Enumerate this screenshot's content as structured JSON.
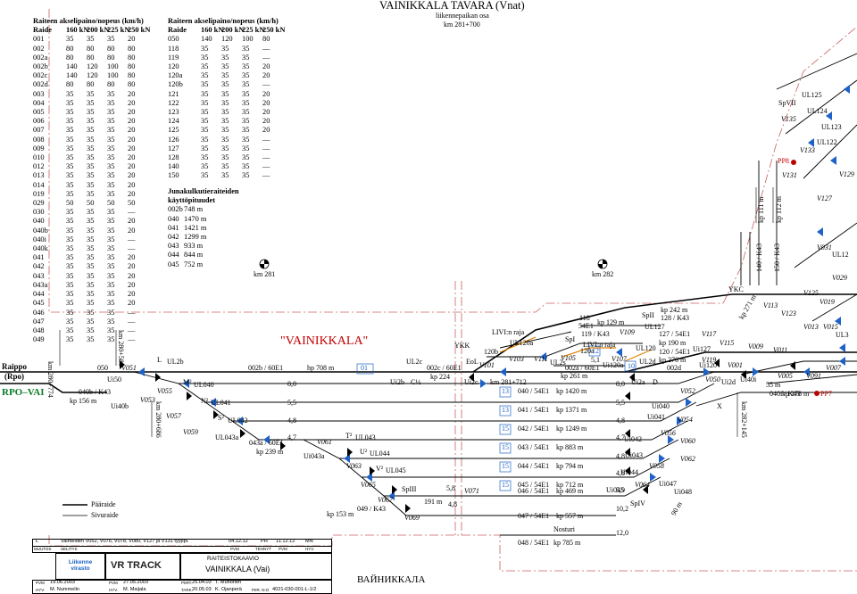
{
  "header": {
    "title": "VAINIKKALA TAVARA (Vnat)",
    "subtitle1": "liikennepaikan osa",
    "subtitle2": "km 281+700"
  },
  "speed_table_left": {
    "title": "Raiteen akselipaino/nopeus (km/h)",
    "header": [
      "Raide",
      "160 kN",
      "200 kN",
      "225 kN",
      "250 kN"
    ],
    "rows": [
      [
        "001",
        "35",
        "35",
        "35",
        "20"
      ],
      [
        "002",
        "80",
        "80",
        "80",
        "80"
      ],
      [
        "002a",
        "80",
        "80",
        "80",
        "80"
      ],
      [
        "002b",
        "140",
        "120",
        "100",
        "80"
      ],
      [
        "002c",
        "140",
        "120",
        "100",
        "80"
      ],
      [
        "002d",
        "80",
        "80",
        "80",
        "80"
      ],
      [
        "003",
        "35",
        "35",
        "35",
        "20"
      ],
      [
        "004",
        "35",
        "35",
        "35",
        "20"
      ],
      [
        "005",
        "35",
        "35",
        "35",
        "20"
      ],
      [
        "006",
        "35",
        "35",
        "35",
        "20"
      ],
      [
        "007",
        "35",
        "35",
        "35",
        "20"
      ],
      [
        "008",
        "35",
        "35",
        "35",
        "20"
      ],
      [
        "009",
        "35",
        "35",
        "35",
        "20"
      ],
      [
        "010",
        "35",
        "35",
        "35",
        "20"
      ],
      [
        "012",
        "35",
        "35",
        "35",
        "20"
      ],
      [
        "013",
        "35",
        "35",
        "35",
        "20"
      ],
      [
        "014",
        "35",
        "35",
        "35",
        "20"
      ],
      [
        "019",
        "35",
        "35",
        "35",
        "20"
      ],
      [
        "029",
        "50",
        "50",
        "50",
        "50"
      ],
      [
        "030",
        "35",
        "35",
        "35",
        "—"
      ],
      [
        "040",
        "35",
        "35",
        "35",
        "20"
      ],
      [
        "040b",
        "35",
        "35",
        "35",
        "20"
      ],
      [
        "040i",
        "35",
        "35",
        "35",
        "—"
      ],
      [
        "040k",
        "35",
        "35",
        "35",
        "—"
      ],
      [
        "041",
        "35",
        "35",
        "35",
        "20"
      ],
      [
        "042",
        "35",
        "35",
        "35",
        "20"
      ],
      [
        "043",
        "35",
        "35",
        "35",
        "20"
      ],
      [
        "043a",
        "35",
        "35",
        "35",
        "20"
      ],
      [
        "044",
        "35",
        "35",
        "35",
        "20"
      ],
      [
        "045",
        "35",
        "35",
        "35",
        "20"
      ],
      [
        "046",
        "35",
        "35",
        "35",
        "—"
      ],
      [
        "047",
        "35",
        "35",
        "35",
        "—"
      ],
      [
        "048",
        "35",
        "35",
        "35",
        "—"
      ],
      [
        "049",
        "35",
        "35",
        "35",
        "—"
      ]
    ]
  },
  "speed_table_right": {
    "title": "Raiteen akselipaino/nopeus (km/h)",
    "header": [
      "Raide",
      "160 kN",
      "200 kN",
      "225 kN",
      "250 kN"
    ],
    "rows": [
      [
        "050",
        "140",
        "120",
        "100",
        "80"
      ],
      [
        "118",
        "35",
        "35",
        "35",
        "—"
      ],
      [
        "119",
        "35",
        "35",
        "35",
        "—"
      ],
      [
        "120",
        "35",
        "35",
        "35",
        "20"
      ],
      [
        "120a",
        "35",
        "35",
        "35",
        "20"
      ],
      [
        "120b",
        "35",
        "35",
        "35",
        "—"
      ],
      [
        "121",
        "35",
        "35",
        "35",
        "20"
      ],
      [
        "122",
        "35",
        "35",
        "35",
        "20"
      ],
      [
        "123",
        "35",
        "35",
        "35",
        "20"
      ],
      [
        "124",
        "35",
        "35",
        "35",
        "20"
      ],
      [
        "125",
        "35",
        "35",
        "35",
        "20"
      ],
      [
        "126",
        "35",
        "35",
        "35",
        "—"
      ],
      [
        "127",
        "35",
        "35",
        "35",
        "—"
      ],
      [
        "128",
        "35",
        "35",
        "35",
        "—"
      ],
      [
        "140",
        "35",
        "35",
        "35",
        "—"
      ],
      [
        "150",
        "35",
        "35",
        "35",
        "—"
      ]
    ]
  },
  "usable_lengths": {
    "title1": "Junakulkutieraiteiden",
    "title2": "käyttöpituudet",
    "rows": [
      [
        "002b",
        "748 m"
      ],
      [
        "040",
        "1470 m"
      ],
      [
        "041",
        "1421 m"
      ],
      [
        "042",
        "1299 m"
      ],
      [
        "043",
        "933 m"
      ],
      [
        "044",
        "844 m"
      ],
      [
        "045",
        "752 m"
      ]
    ]
  },
  "km_markers": {
    "km281": "km 281",
    "km282": "km 282"
  },
  "station": {
    "name": "\"VAINIKKALA\"",
    "raippo": "Raippo",
    "raippo_code": "(Rpo)",
    "rpo_vai": "RPO–VAI",
    "cyrillic": "ВАЙНИККАЛА"
  },
  "tracks": [
    {
      "label": "040 / 54E1",
      "len": "kp 1420 m",
      "num": "13"
    },
    {
      "label": "041 / 54E1",
      "len": "kp 1371 m",
      "num": "13"
    },
    {
      "label": "042 / 54E1",
      "len": "kp 1249 m",
      "num": "15"
    },
    {
      "label": "043 / 54E1",
      "len": "kp 883 m",
      "num": "15"
    },
    {
      "label": "044 / 54E1",
      "len": "kp 794 m",
      "num": "15"
    },
    {
      "label": "045 / 54E1",
      "len": "kp 712 m",
      "num": "15"
    },
    {
      "label": "046 / 54E1",
      "len": "kp 469 m",
      "num": ""
    },
    {
      "label": "047 / 54E1",
      "len": "kp 557 m",
      "num": ""
    },
    {
      "label": "048 / 54E1",
      "len": "kp 785 m",
      "num": ""
    }
  ],
  "labels": {
    "t002b": "002b / 60E1",
    "hp708": "hp 708 m",
    "c01": "01",
    "t002c": "002c / 60E1",
    "kp224": "kp 224",
    "km281712": "km 281+712",
    "t002a": "002a / 60E1",
    "kp261": "kp 261 m",
    "t002d": "002d",
    "t040b": "040b / K43",
    "kp156": "kp 156 m",
    "t050": "050",
    "t043a": "043a / 60E1",
    "kp239": "kp 239 m",
    "t049": "049 / K43",
    "kp153": "kp 153 m",
    "m191": "191 m",
    "eol": "EoL",
    "ykk": "YKK",
    "liv1": "LIVI:n raja",
    "liv2": "LIVI:n raja",
    "t118": "118",
    "t119": "119 / K43",
    "kp129": "kp 129 m",
    "e54": "54E1",
    "t127": "127 / 54E1",
    "kp190": "kp 190 m",
    "t120": "120 / 54E1",
    "kp276": "kp 276 m",
    "kp242": "kp 242 m",
    "t128": "128 / K43",
    "spii": "SpII",
    "spi": "SpI",
    "nosturi": "Nosturi",
    "spiii": "SpIII",
    "spiv": "SpIV",
    "spvii": "SpVII",
    "m90": "90 m",
    "kp111": "kp 111 m",
    "kp112": "kp 112 m",
    "t140": "140 / K43",
    "t150": "150 / K43",
    "t040i": "040i / K43",
    "kp278": "kp 278 m",
    "m55": "55 m",
    "ykc": "YKC",
    "pp8": "PP8",
    "pp7": "PP7",
    "t120b": "120b",
    "t120a": "120a",
    "ul2b": "UL2b",
    "ul2c": "UL2c",
    "ul2s": "UL2s",
    "v051": "V051",
    "v053": "V053",
    "v055": "V055",
    "v057": "V057",
    "v059": "V059",
    "v061": "V061",
    "v063": "V063",
    "v065": "V065",
    "v067": "V067",
    "v069": "V069",
    "v071": "V071",
    "v101": "V101",
    "v103": "V103",
    "v105": "V105",
    "v107": "V107",
    "v109": "V109",
    "v111": "V111",
    "v113": "V113",
    "v115": "V115",
    "v117": "V117",
    "v119": "V119",
    "v001": "V001",
    "v005": "V005",
    "v007": "V007",
    "v009": "V009",
    "v011": "V011",
    "v013": "V013",
    "v015": "V015",
    "v019": "V019",
    "v029": "V029",
    "v031": "V031",
    "v050": "V050",
    "v052": "V052",
    "v054": "V054",
    "v056": "V056",
    "v058": "V058",
    "v060": "V060",
    "v062": "V062",
    "v064": "V064",
    "v091": "V091",
    "v123": "V123",
    "v125": "V125",
    "v127": "V127",
    "v129": "V129",
    "v131": "V131",
    "v133": "V133",
    "v135": "V135",
    "ul040": "UL040",
    "ul041": "UL041",
    "ul042": "UL042",
    "ul043": "UL043",
    "ul043a": "UL043a",
    "ul044": "UL044",
    "ul045": "UL045",
    "ul120": "UL120",
    "ul120a": "UL120a",
    "ul127": "UL127",
    "ul122": "UL122",
    "ul123": "UL123",
    "ul124": "UL124",
    "ul125": "UL125",
    "ul12": "UL12",
    "ul3": "UL3",
    "ul2d": "UL2d",
    "ui50": "Ui50",
    "ui40b": "Ui40b",
    "ui2b": "Ui2b",
    "ui2c": "Ui2c",
    "ui2a": "Ui2a",
    "ui043a": "Ui043a",
    "ui040": "Ui040",
    "ui041": "Ui041",
    "ui042": "Ui042",
    "ui043": "Ui043",
    "ui044": "Ui044",
    "ui045": "Ui045",
    "ui047": "Ui047",
    "ui048": "Ui048",
    "ui120": "Ui120",
    "ui120a": "Ui120a",
    "ui127": "Ui127",
    "ui2d": "Ui2d",
    "ui40i": "Ui40i",
    "m2": "M²",
    "n2": "N²",
    "s2": "S²",
    "t2": "T²",
    "u2": "U²",
    "v2": "V²",
    "l2": "L",
    "d2": "D",
    "x2": "X",
    "c2": "C½",
    "v80": "8,0",
    "v55": "5,5",
    "v48a": "4,8",
    "v47a": "4,7",
    "v58": "5,8",
    "v48b": "4,8",
    "v80b": "8,0",
    "v55b": "5,5",
    "v48c": "4,8",
    "v47b": "4,7",
    "v48d": "4,8",
    "v48e": "4,8",
    "v59": "5,9",
    "v102": "10,2",
    "v120": "12,0",
    "v51": "5,1",
    "v10": "10",
    "v12": "12",
    "km280774": "km 280+774",
    "km280580": "km 280+580",
    "km280686": "km 280+686",
    "km282145": "km 282+145",
    "km281kp": "kp 271 m"
  },
  "legend": {
    "main": "Pääraide",
    "side": "Sivuraide"
  },
  "title_block": {
    "rev_letter": "L",
    "rev_text": "Vaihteiden V052, V076, V078, V080, V127 ja V131 tyyppi.",
    "rev_date": "04.12.12",
    "rev_by": "PH",
    "rev_date2": "11.12.12",
    "rev_by2": "MN",
    "col1": "MUUTOS",
    "col2": "SELITYS",
    "col3": "PVM",
    "col4": "TEHNYT",
    "col5": "PVM",
    "col6": "HYV.",
    "logo_text": "Liikenne virasto",
    "vr_track": "VR TRACK",
    "doc_type": "RAITEISTOKAAVIO",
    "doc_name": "VAINIKKALA (Vai)",
    "pvm_label": "PVM",
    "pvm": "19.06.2003",
    "hyv_label": "HYV.",
    "hyv": "M. Nummelin",
    "pvm2_label": "PVM",
    "pvm2": "27.05.2003",
    "hyv2_label": "HYV.",
    "hyv2": "M. Maijala",
    "piirt_label": "PIIRT.",
    "piirt_date": "25.04.03",
    "piirt_by": "T. Muhonen",
    "tark_label": "TARK.",
    "tark_date": "20.05.03",
    "tark_by": "K. Ojanperä",
    "pir_label": "PIIR. N:O",
    "pir_no": "4021-030-001-L-1/2"
  },
  "colors": {
    "track": "#000000",
    "blue": "#1f62c7",
    "red": "#c00000",
    "green": "#0a7d2a",
    "orange": "#e08000",
    "pink": "#c86060"
  }
}
